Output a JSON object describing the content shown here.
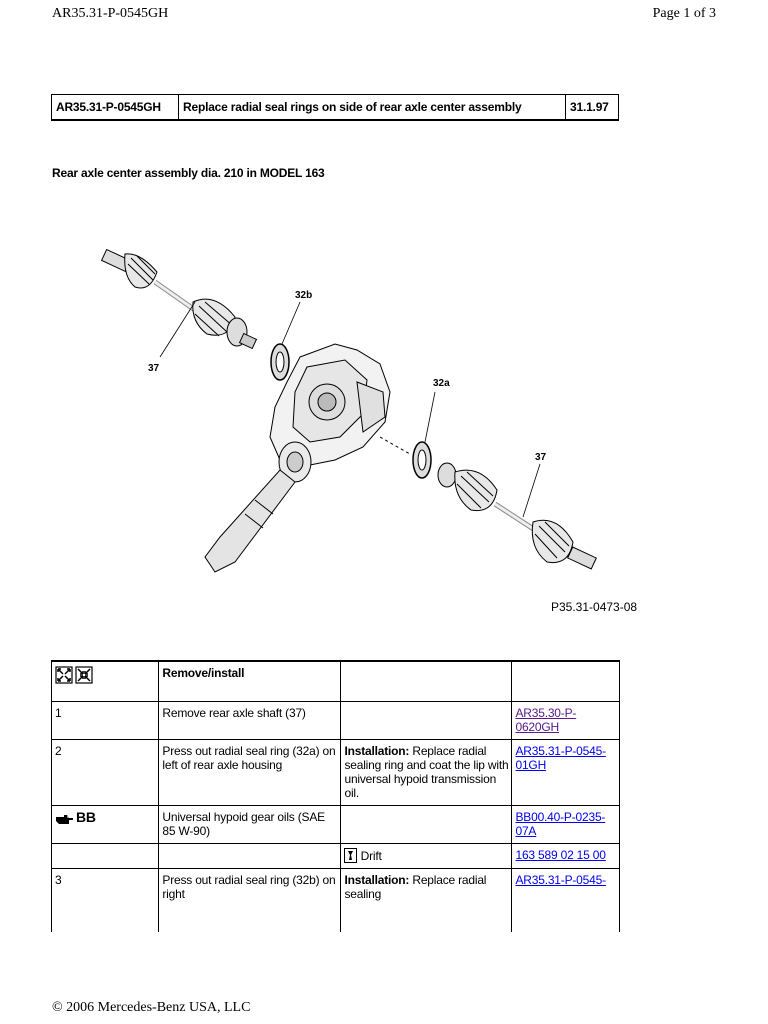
{
  "header": {
    "doc_id": "AR35.31-P-0545GH",
    "page": "Page 1 of 3"
  },
  "title_row": {
    "code": "AR35.31-P-0545GH",
    "title": "Replace radial seal rings on side of rear axle center assembly",
    "date": "31.1.97"
  },
  "subtitle": "Rear axle center assembly dia. 210 in MODEL 163",
  "figure": {
    "labels": {
      "left_shaft": "37",
      "seal_b": "32b",
      "seal_a": "32a",
      "right_shaft": "37"
    },
    "ref": "P35.31-0473-08"
  },
  "table": {
    "header": {
      "action": "Remove/install"
    },
    "rows": [
      {
        "num": "1",
        "action": "Remove rear axle shaft (37)",
        "note_bold": "",
        "note": "",
        "link": "AR35.30-P-0620GH",
        "visited": true
      },
      {
        "num": "2",
        "action": "Press out radial seal ring (32a) on left of rear axle housing",
        "note_bold": "Installation:",
        "note": " Replace radial sealing ring and coat the lip with universal hypoid transmission oil.",
        "link": "AR35.31-P-0545-01GH",
        "visited": false
      },
      {
        "num": "BB",
        "action": "Universal hypoid gear oils (SAE 85 W-90)",
        "note_bold": "",
        "note": "",
        "link": "BB00.40-P-0235-07A",
        "visited": false
      },
      {
        "num": "",
        "action": "",
        "note_bold": "",
        "note": "Drift",
        "link": "163 589 02 15 00",
        "visited": false
      },
      {
        "num": "3",
        "action": "Press out radial seal ring (32b) on right",
        "note_bold": "Installation:",
        "note": " Replace radial sealing",
        "link": "AR35.31-P-0545-",
        "visited": false
      }
    ]
  },
  "footer": "© 2006 Mercedes-Benz USA, LLC"
}
